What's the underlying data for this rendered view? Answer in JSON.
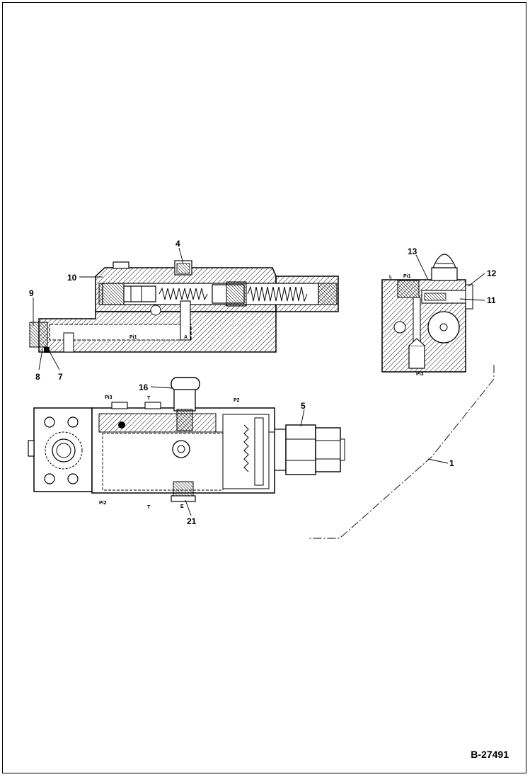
{
  "document_id": "B-27491",
  "callouts": {
    "c4": "4",
    "c10": "10",
    "c9": "9",
    "c8": "8",
    "c7": "7",
    "c13": "13",
    "c12": "12",
    "c11": "11",
    "c16": "16",
    "c5": "5",
    "c1": "1",
    "c21": "21"
  },
  "ports": {
    "top_pi1": "Pi1",
    "top_a": "A",
    "side_l": "L",
    "side_pi1": "Pi1",
    "side_pi3": "Pi3",
    "bot_pi3": "Pi3",
    "bot_t_top": "T",
    "bot_p2": "P2",
    "bot_pi2": "Pi2",
    "bot_t_bottom": "T",
    "bot_e": "E"
  }
}
